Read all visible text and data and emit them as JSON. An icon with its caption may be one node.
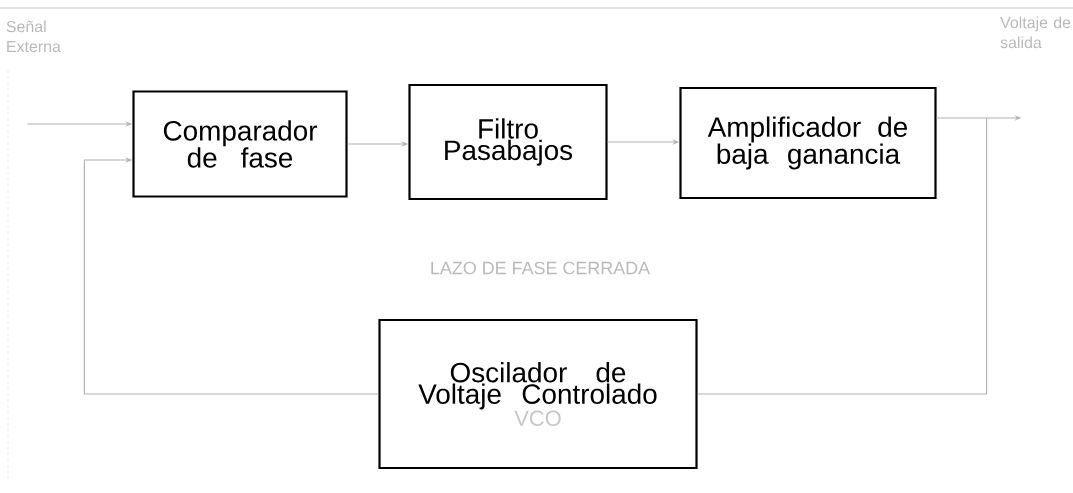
{
  "diagram": {
    "nodes": [
      {
        "text": [
          "Comparador de fase"
        ]
      },
      {
        "text": [
          "Filtro Pasabajos"
        ]
      },
      {
        "text": [
          "Amplificador de baja ganancia"
        ]
      },
      {
        "text": [
          "Oscilador de Voltaje Controlado",
          "VCO"
        ]
      }
    ],
    "edges": [
      {
        "from": null,
        "to": 0,
        "arrow": "to",
        "label": "Señal Externa"
      },
      {
        "from": 0,
        "to": 1,
        "arrow": "to"
      },
      {
        "from": 1,
        "to": 2,
        "arrow": "to"
      },
      {
        "from": 2,
        "to": null,
        "arrow": "to",
        "label": "Voltaje de salida"
      },
      {
        "from": 2,
        "to": 3,
        "arrow": "none"
      },
      {
        "from": 3,
        "to": 0,
        "arrow": "to"
      }
    ],
    "labels": [
      "LAZO DE FASE CERRADA"
    ]
  }
}
